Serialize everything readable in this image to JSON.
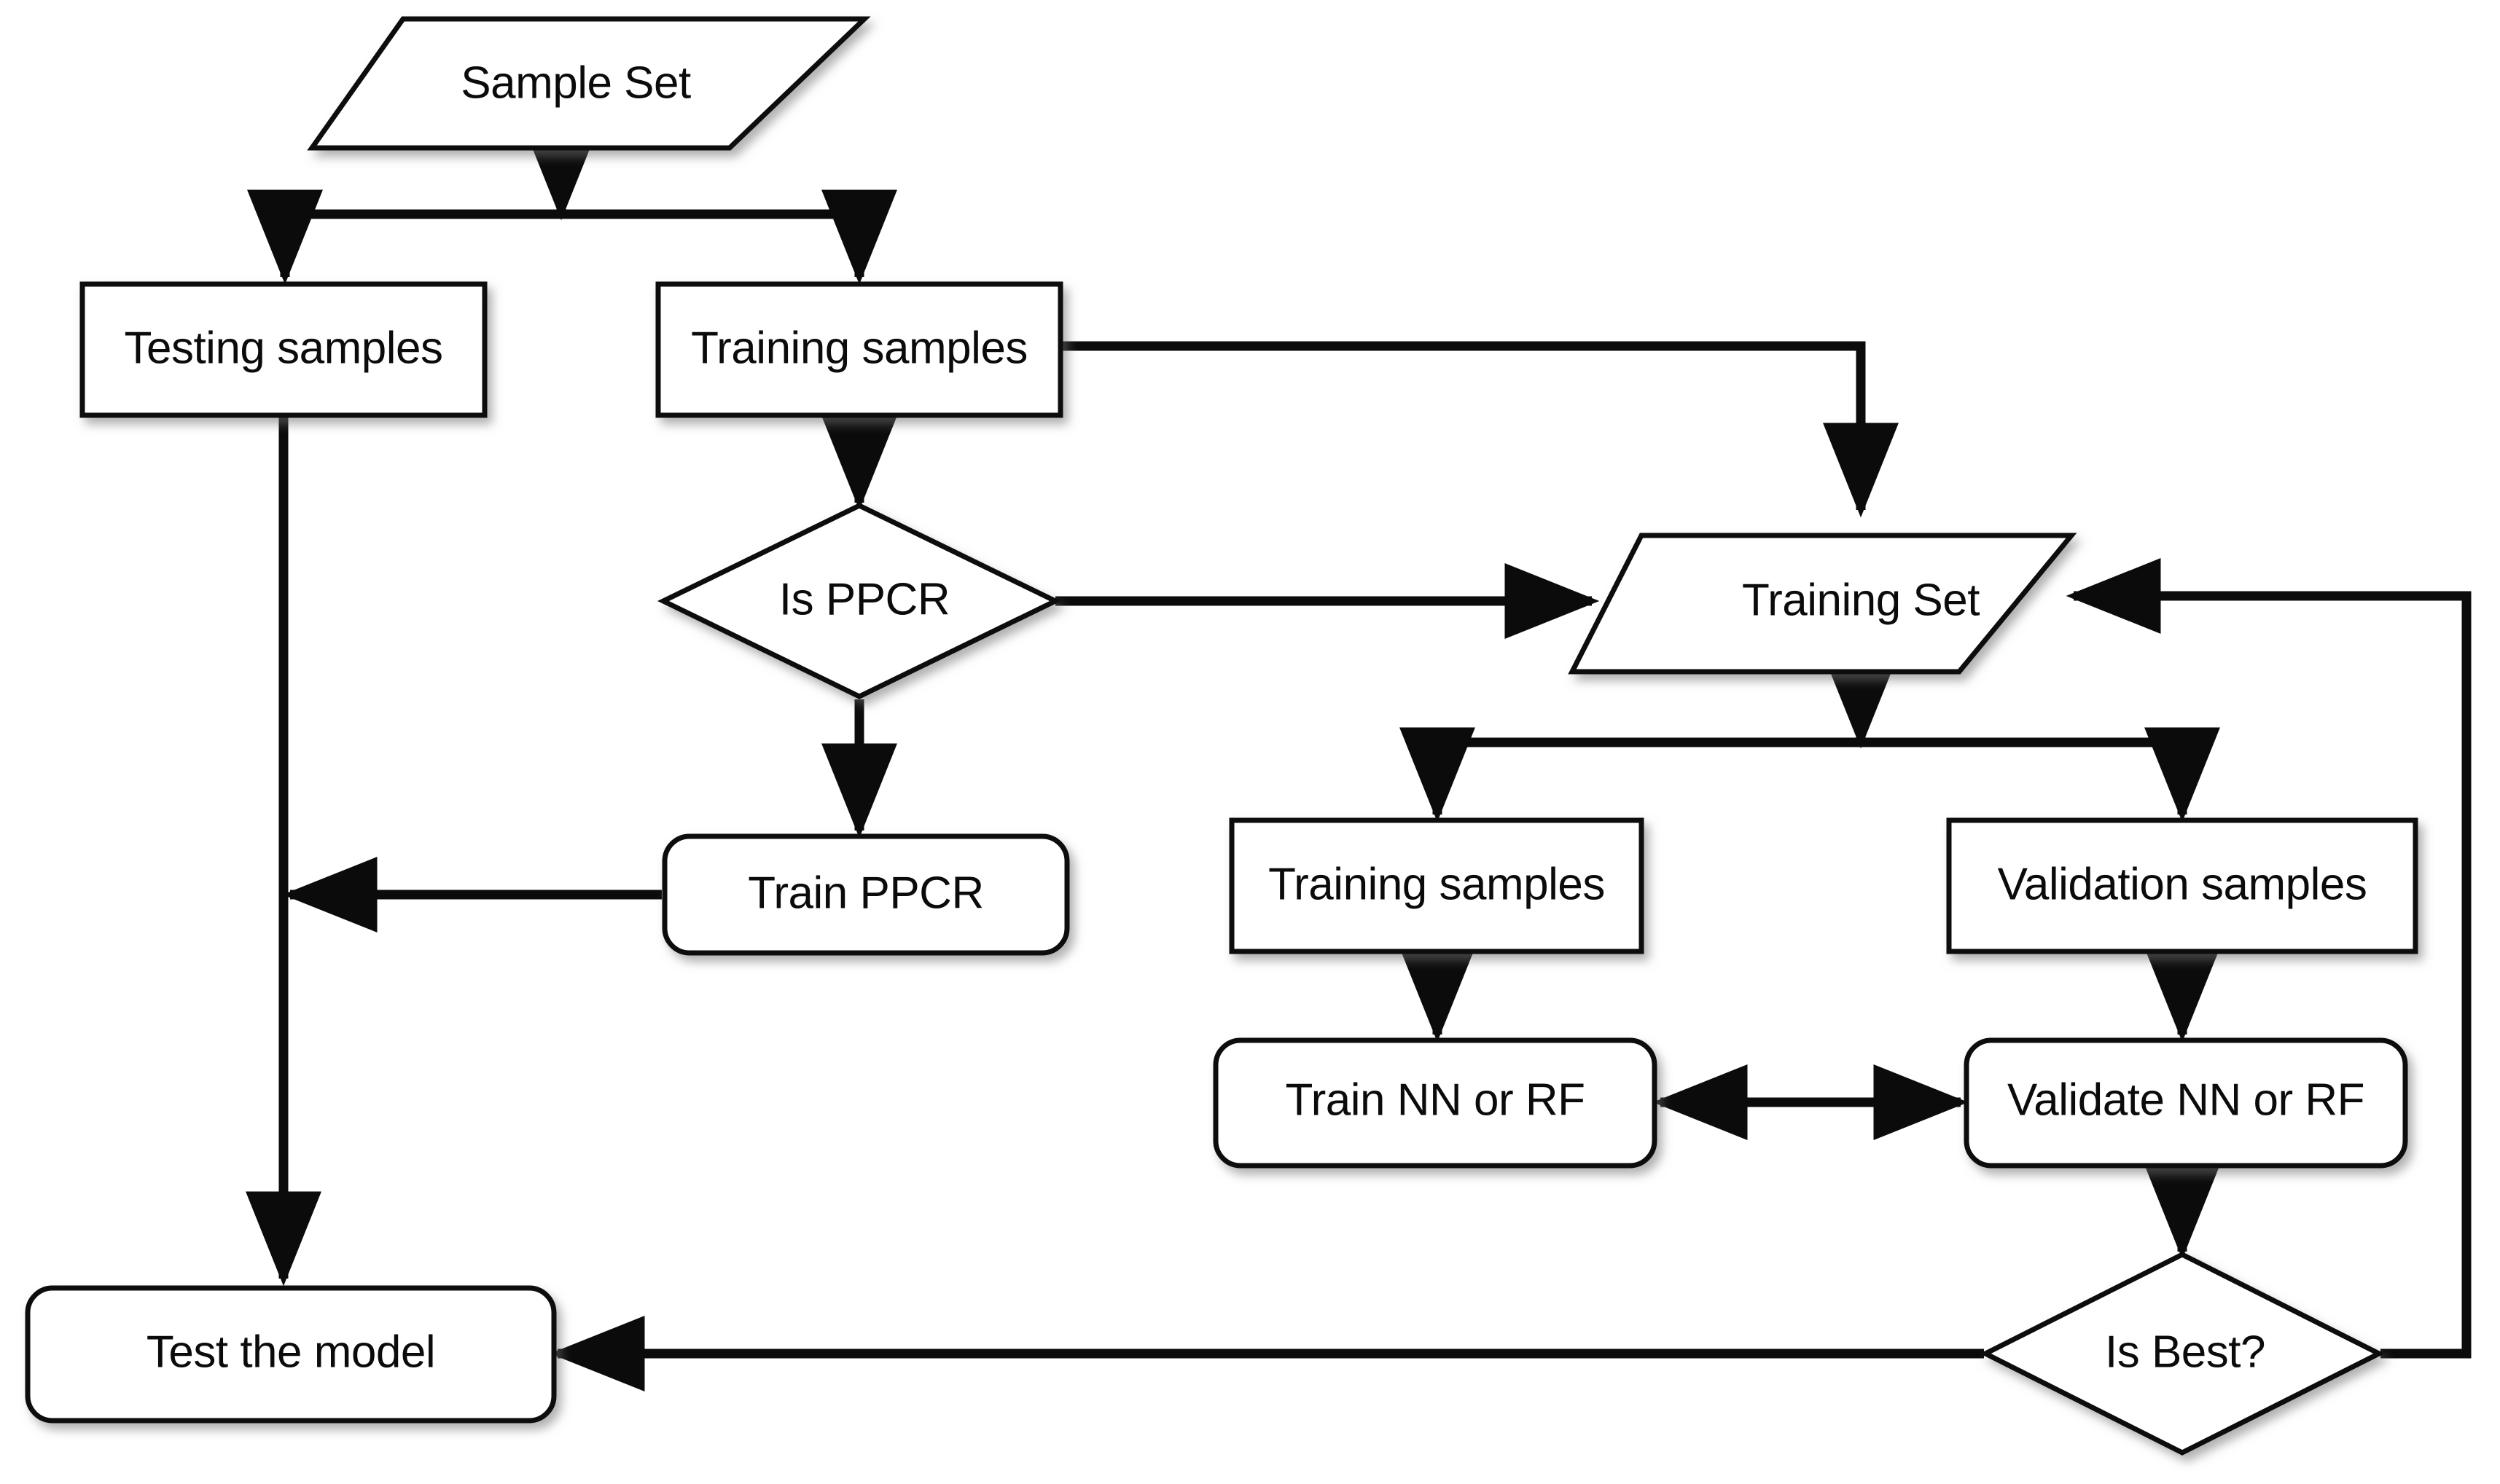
{
  "diagram": {
    "title": "Model training and validation workflow flowchart",
    "background_color": "#ffffff",
    "line_color": "#0b0b0b",
    "text_color": "#0b0b0b",
    "nodes": [
      {
        "id": "sample-set",
        "label": "Sample Set",
        "shape": "parallelogram"
      },
      {
        "id": "testing-samples",
        "label": "Testing samples",
        "shape": "rectangle"
      },
      {
        "id": "training-samples",
        "label": "Training samples",
        "shape": "rectangle"
      },
      {
        "id": "is-ppcr",
        "label": "Is PPCR",
        "shape": "diamond"
      },
      {
        "id": "training-set",
        "label": "Training Set",
        "shape": "parallelogram"
      },
      {
        "id": "train-ppcr",
        "label": "Train PPCR",
        "shape": "rounded-rectangle"
      },
      {
        "id": "training-samples-2",
        "label": "Training samples",
        "shape": "rectangle"
      },
      {
        "id": "validation-samples",
        "label": "Validation samples",
        "shape": "rectangle"
      },
      {
        "id": "train-nn-rf",
        "label": "Train NN or RF",
        "shape": "rounded-rectangle"
      },
      {
        "id": "validate-nn-rf",
        "label": "Validate NN or RF",
        "shape": "rounded-rectangle"
      },
      {
        "id": "is-best",
        "label": "Is Best?",
        "shape": "diamond"
      },
      {
        "id": "test-the-model",
        "label": "Test the model",
        "shape": "rounded-rectangle"
      }
    ],
    "edges": [
      {
        "from": "sample-set",
        "to": "testing-samples",
        "style": "elbow",
        "arrow": "end"
      },
      {
        "from": "sample-set",
        "to": "training-samples",
        "style": "elbow",
        "arrow": "end"
      },
      {
        "from": "training-samples",
        "to": "is-ppcr",
        "style": "straight",
        "arrow": "end"
      },
      {
        "from": "training-samples",
        "to": "training-set",
        "style": "elbow",
        "arrow": "end"
      },
      {
        "from": "is-ppcr",
        "to": "training-set",
        "style": "straight",
        "arrow": "end"
      },
      {
        "from": "is-ppcr",
        "to": "train-ppcr",
        "style": "straight",
        "arrow": "end"
      },
      {
        "from": "train-ppcr",
        "to": "test-the-model",
        "style": "elbow",
        "arrow": "end"
      },
      {
        "from": "testing-samples",
        "to": "test-the-model",
        "style": "straight",
        "arrow": "end"
      },
      {
        "from": "training-set",
        "to": "training-samples-2",
        "style": "elbow",
        "arrow": "end"
      },
      {
        "from": "training-set",
        "to": "validation-samples",
        "style": "elbow",
        "arrow": "end"
      },
      {
        "from": "training-samples-2",
        "to": "train-nn-rf",
        "style": "straight",
        "arrow": "end"
      },
      {
        "from": "validation-samples",
        "to": "validate-nn-rf",
        "style": "straight",
        "arrow": "end"
      },
      {
        "from": "train-nn-rf",
        "to": "validate-nn-rf",
        "style": "straight",
        "arrow": "both"
      },
      {
        "from": "validate-nn-rf",
        "to": "is-best",
        "style": "straight",
        "arrow": "end"
      },
      {
        "from": "is-best",
        "to": "test-the-model",
        "style": "straight",
        "arrow": "end"
      },
      {
        "from": "is-best",
        "to": "training-set",
        "style": "elbow",
        "arrow": "end"
      }
    ]
  }
}
